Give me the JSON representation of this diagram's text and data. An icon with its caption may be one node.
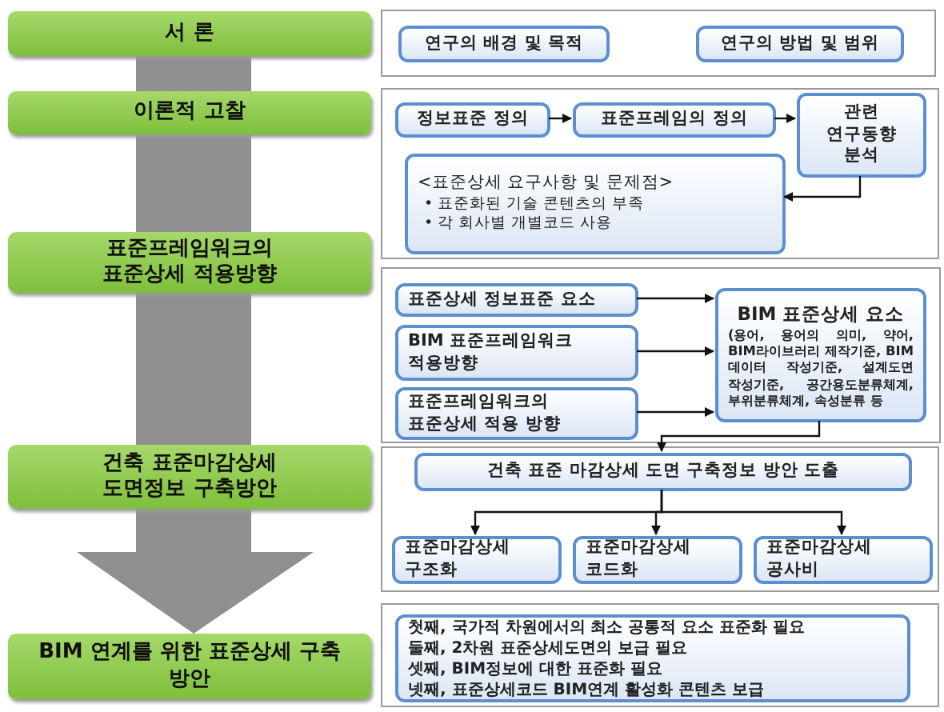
{
  "diagram": {
    "nodes": [
      {
        "text": [
          "서 론"
        ]
      },
      {
        "text": [],
        "shape": "box"
      },
      {
        "text": [
          "연구의 배경 및 목적"
        ],
        "in": 1
      },
      {
        "text": [
          "연구의 방법 및 범위"
        ],
        "in": 1
      },
      {
        "text": [
          "이론적 고찰"
        ]
      },
      {
        "text": [],
        "shape": "box"
      },
      {
        "text": [
          "정보표준 정의"
        ],
        "in": 5
      },
      {
        "text": [
          "표준프레임의 정의"
        ],
        "in": 5
      },
      {
        "text": [
          "관련 연구동향 분석"
        ],
        "in": 5
      },
      {
        "text": [
          "<표준상세 요구사항 및 문제점>",
          "• 표준화된 기술 콘텐츠의 부족",
          "• 각 회사별 개별코드 사용"
        ],
        "in": 5
      },
      {
        "text": [
          "표준프레임워크의 표준상세 적용방향"
        ]
      },
      {
        "text": [],
        "shape": "box"
      },
      {
        "text": [
          "표준상세 정보표준 요소"
        ],
        "in": 11
      },
      {
        "text": [
          "BIM 표준프레임워크 적용방향"
        ],
        "in": 11
      },
      {
        "text": [
          "표준프레임워크의 표준상세 적용 방향"
        ],
        "in": 11
      },
      {
        "text": [
          "BIM 표준상세 요소",
          "(용어, 용어의 의미, 약어, BIM라이브러리 제작기준, BIM 데이터 작성기준, 설계도면 작성기준, 공간용도분류체계, 부위분류체계, 속성분류 등"
        ],
        "in": 11
      },
      {
        "text": [
          "건축 표준마감상세 도면정보 구축방안"
        ]
      },
      {
        "text": [],
        "shape": "box"
      },
      {
        "text": [
          "건축 표준 마감상세 도면 구축정보 방안 도출"
        ],
        "in": 17
      },
      {
        "text": [
          "표준마감상세 구조화"
        ],
        "in": 17
      },
      {
        "text": [
          "표준마감상세 코드화"
        ],
        "in": 17
      },
      {
        "text": [
          "표준마감상세 공사비"
        ],
        "in": 17
      },
      {
        "text": [
          "BIM 연계를 위한 표준상세 구축 방안"
        ]
      },
      {
        "text": [],
        "shape": "box"
      },
      {
        "text": [
          "첫째, 국가적 차원에서의 최소 공통적 요소 표준화 필요",
          "둘째, 2차원 표준상세도면의 보급 필요",
          "셋째, BIM정보에 대한 표준화 필요",
          "넷째, 표준상세코드 BIM연계 활성화 콘텐츠 보급"
        ],
        "in": 23
      }
    ],
    "edges": [
      {
        "from": 6,
        "to": 7,
        "arrow": "to"
      },
      {
        "from": 7,
        "to": 8,
        "arrow": "to"
      },
      {
        "from": 8,
        "to": 9,
        "arrow": "to"
      },
      {
        "from": 12,
        "to": 15,
        "arrow": "to"
      },
      {
        "from": 13,
        "to": 15,
        "arrow": "to"
      },
      {
        "from": 14,
        "to": 15,
        "arrow": "to"
      },
      {
        "from": 15,
        "to": 18,
        "arrow": "to"
      },
      {
        "from": 18,
        "to": 19,
        "arrow": "to"
      },
      {
        "from": 18,
        "to": 20,
        "arrow": "to"
      },
      {
        "from": 18,
        "to": 21,
        "arrow": "to"
      }
    ]
  }
}
